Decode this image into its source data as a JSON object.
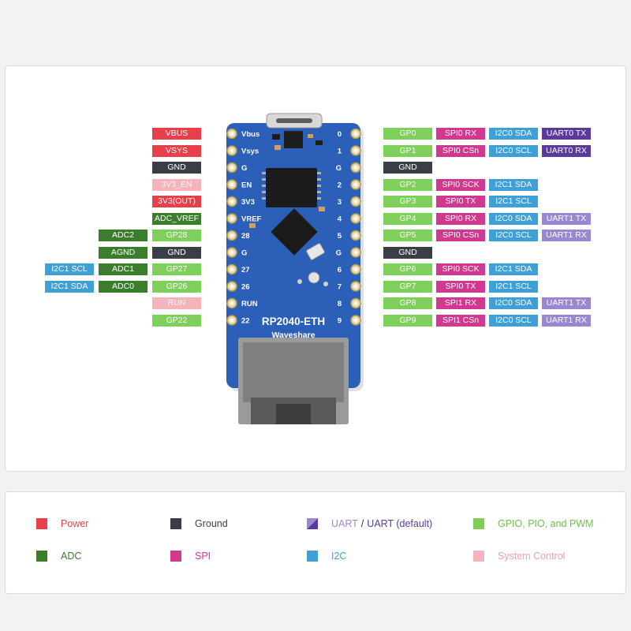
{
  "colors": {
    "power": "#e8404a",
    "ground": "#3a3f47",
    "gpio": "#7fcf5b",
    "adc": "#3a7d2a",
    "spi": "#d1398f",
    "i2c": "#3ea0d7",
    "uart": "#9b86d2",
    "uart_default": "#5b3a9e",
    "system": "#f5b4bc",
    "board": "#2c5fb8"
  },
  "board": {
    "name": "RP2040-ETH",
    "brand": "Waveshare"
  },
  "left_pins": [
    {
      "silk": "Vbus",
      "tags": [
        {
          "text": "VBUS",
          "type": "power"
        }
      ]
    },
    {
      "silk": "Vsys",
      "tags": [
        {
          "text": "VSYS",
          "type": "power"
        }
      ]
    },
    {
      "silk": "G",
      "tags": [
        {
          "text": "GND",
          "type": "ground"
        }
      ]
    },
    {
      "silk": "EN",
      "tags": [
        {
          "text": "3V3_EN",
          "type": "sys"
        }
      ]
    },
    {
      "silk": "3V3",
      "tags": [
        {
          "text": "3V3(OUT)",
          "type": "power"
        }
      ]
    },
    {
      "silk": "VREF",
      "tags": [
        {
          "text": "ADC_VREF",
          "type": "adc"
        }
      ]
    },
    {
      "silk": "28",
      "tags": [
        {
          "text": "GP28",
          "type": "gpio"
        },
        {
          "text": "ADC2",
          "type": "adc"
        }
      ]
    },
    {
      "silk": "G",
      "tags": [
        {
          "text": "GND",
          "type": "ground"
        },
        {
          "text": "AGND",
          "type": "adc"
        }
      ]
    },
    {
      "silk": "27",
      "tags": [
        {
          "text": "GP27",
          "type": "gpio"
        },
        {
          "text": "ADC1",
          "type": "adc"
        },
        {
          "text": "I2C1 SCL",
          "type": "i2c"
        }
      ]
    },
    {
      "silk": "26",
      "tags": [
        {
          "text": "GP26",
          "type": "gpio"
        },
        {
          "text": "ADC0",
          "type": "adc"
        },
        {
          "text": "I2C1 SDA",
          "type": "i2c"
        }
      ]
    },
    {
      "silk": "RUN",
      "tags": [
        {
          "text": "RUN",
          "type": "sys"
        }
      ]
    },
    {
      "silk": "22",
      "tags": [
        {
          "text": "GP22",
          "type": "gpio"
        }
      ]
    }
  ],
  "right_pins": [
    {
      "silk": "0",
      "tags": [
        {
          "text": "GP0",
          "type": "gpio"
        },
        {
          "text": "SPI0 RX",
          "type": "spi"
        },
        {
          "text": "I2C0 SDA",
          "type": "i2c"
        },
        {
          "text": "UART0 TX",
          "type": "uart_default"
        }
      ]
    },
    {
      "silk": "1",
      "tags": [
        {
          "text": "GP1",
          "type": "gpio"
        },
        {
          "text": "SPI0 CSn",
          "type": "spi"
        },
        {
          "text": "I2C0 SCL",
          "type": "i2c"
        },
        {
          "text": "UART0 RX",
          "type": "uart_default"
        }
      ]
    },
    {
      "silk": "G",
      "tags": [
        {
          "text": "GND",
          "type": "ground"
        }
      ]
    },
    {
      "silk": "2",
      "tags": [
        {
          "text": "GP2",
          "type": "gpio"
        },
        {
          "text": "SPI0 SCK",
          "type": "spi"
        },
        {
          "text": "I2C1 SDA",
          "type": "i2c"
        }
      ]
    },
    {
      "silk": "3",
      "tags": [
        {
          "text": "GP3",
          "type": "gpio"
        },
        {
          "text": "SPI0 TX",
          "type": "spi"
        },
        {
          "text": "I2C1 SCL",
          "type": "i2c"
        }
      ]
    },
    {
      "silk": "4",
      "tags": [
        {
          "text": "GP4",
          "type": "gpio"
        },
        {
          "text": "SPI0 RX",
          "type": "spi"
        },
        {
          "text": "I2C0 SDA",
          "type": "i2c"
        },
        {
          "text": "UART1 TX",
          "type": "uart"
        }
      ]
    },
    {
      "silk": "5",
      "tags": [
        {
          "text": "GP5",
          "type": "gpio"
        },
        {
          "text": "SPI0 CSn",
          "type": "spi"
        },
        {
          "text": "I2C0 SCL",
          "type": "i2c"
        },
        {
          "text": "UART1 RX",
          "type": "uart"
        }
      ]
    },
    {
      "silk": "G",
      "tags": [
        {
          "text": "GND",
          "type": "ground"
        }
      ]
    },
    {
      "silk": "6",
      "tags": [
        {
          "text": "GP6",
          "type": "gpio"
        },
        {
          "text": "SPI0 SCK",
          "type": "spi"
        },
        {
          "text": "I2C1 SDA",
          "type": "i2c"
        }
      ]
    },
    {
      "silk": "7",
      "tags": [
        {
          "text": "GP7",
          "type": "gpio"
        },
        {
          "text": "SPI0 TX",
          "type": "spi"
        },
        {
          "text": "I2C1 SCL",
          "type": "i2c"
        }
      ]
    },
    {
      "silk": "8",
      "tags": [
        {
          "text": "GP8",
          "type": "gpio"
        },
        {
          "text": "SPI1 RX",
          "type": "spi"
        },
        {
          "text": "I2C0 SDA",
          "type": "i2c"
        },
        {
          "text": "UART1 TX",
          "type": "uart"
        }
      ]
    },
    {
      "silk": "9",
      "tags": [
        {
          "text": "GP9",
          "type": "gpio"
        },
        {
          "text": "SPI1 CSn",
          "type": "spi"
        },
        {
          "text": "I2C0 SCL",
          "type": "i2c"
        },
        {
          "text": "UART1 RX",
          "type": "uart"
        }
      ]
    }
  ],
  "legend": {
    "power": "Power",
    "ground": "Ground",
    "uart_a": "UART",
    "uart_sep": "/",
    "uart_b": "UART (default)",
    "gpio": "GPIO, PIO, and PWM",
    "adc": "ADC",
    "spi": "SPI",
    "i2c": "I2C",
    "system": "System Control"
  }
}
